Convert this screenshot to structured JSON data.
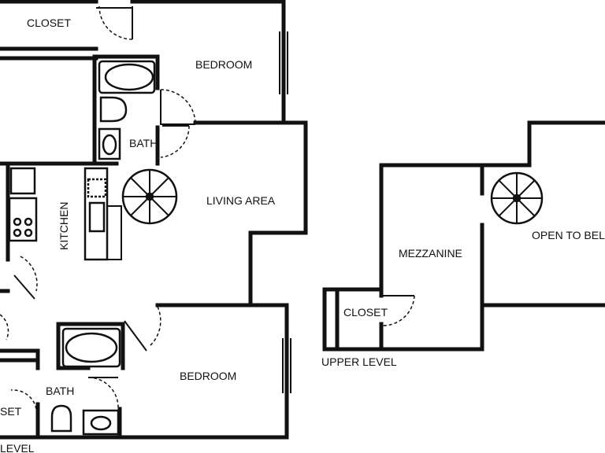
{
  "floor_plan": {
    "lower": {
      "closet_top": "CLOSET",
      "bedroom_top": "BEDROOM",
      "bath_top": "BATH",
      "kitchen": "KITCHEN",
      "living_area": "LIVING AREA",
      "bedroom_bottom": "BEDROOM",
      "bath_bottom": "BATH",
      "closet_bottom_partial": "SET",
      "level_label_partial": "LEVEL"
    },
    "upper": {
      "mezzanine": "MEZZANINE",
      "open_to_below_partial": "OPEN TO BEL",
      "closet": "CLOSET",
      "level_label": "UPPER LEVEL"
    }
  }
}
